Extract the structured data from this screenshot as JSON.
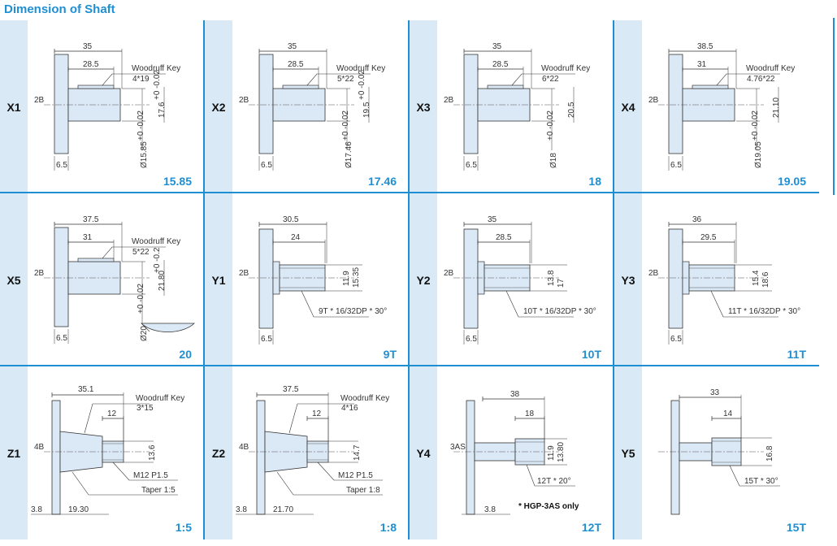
{
  "title": "Dimension of Shaft",
  "cells": [
    {
      "label": "X1",
      "caption": "15.85",
      "kind": "key",
      "L": "35",
      "S": "28.5",
      "key": "Woodruff Key",
      "keysize": "4*19",
      "dia": "Ø15.85",
      "tol": "+0 -0.02",
      "side": "17.6",
      "sidetol": "+0 -0.02",
      "base": "6.5",
      "ref": "2B"
    },
    {
      "label": "X2",
      "caption": "17.46",
      "kind": "key",
      "L": "35",
      "S": "28.5",
      "key": "Woodruff Key",
      "keysize": "5*22",
      "dia": "Ø17.46",
      "tol": "+0 -0.02",
      "side": "19.5",
      "sidetol": "+0 -0.02",
      "base": "6.5",
      "ref": "2B"
    },
    {
      "label": "X3",
      "caption": "18",
      "kind": "key",
      "L": "35",
      "S": "28.5",
      "key": "Woodruff Key",
      "keysize": "6*22",
      "dia": "Ø18",
      "tol": "+0 -0.02",
      "side": "20.5",
      "sidetol": "",
      "base": "6.5",
      "ref": "2B"
    },
    {
      "label": "X4",
      "caption": "19.05",
      "kind": "key",
      "L": "38.5",
      "S": "31",
      "key": "Woodruff Key",
      "keysize": "4.76*22",
      "dia": "Ø19.05",
      "tol": "+0 -0.02",
      "side": "21.10",
      "sidetol": "",
      "base": "6.5",
      "ref": "2B"
    },
    {
      "label": "X5",
      "caption": "20",
      "kind": "key5",
      "L": "37.5",
      "S": "31",
      "key": "Woodruff Key",
      "keysize": "5*22",
      "dia": "Ø20",
      "tol": "+0 -0.02",
      "side": "21.80",
      "sidetol": "+0 -0.2",
      "base": "6.5",
      "ref": "2B"
    },
    {
      "label": "Y1",
      "caption": "9T",
      "kind": "spline",
      "L": "30.5",
      "S": "24",
      "d1": "11.9",
      "d2": "15.35",
      "spec": "9T * 16/32DP * 30°",
      "base": "6.5",
      "ref": "2B"
    },
    {
      "label": "Y2",
      "caption": "10T",
      "kind": "spline",
      "L": "35",
      "S": "28.5",
      "d1": "13.8",
      "d2": "17",
      "spec": "10T * 16/32DP * 30°",
      "base": "6.5",
      "ref": "2B"
    },
    {
      "label": "Y3",
      "caption": "11T",
      "kind": "spline",
      "L": "36",
      "S": "29.5",
      "d1": "15.4",
      "d2": "18.6",
      "spec": "11T * 16/32DP * 30°",
      "base": "6.5",
      "ref": "2B"
    },
    {
      "label": "Z1",
      "caption": "1:5",
      "kind": "taper",
      "L": "35.1",
      "S": "12",
      "key": "Woodruff Key",
      "keysize": "3*15",
      "d": "13.6",
      "thread": "M12  P1.5",
      "taper": "Taper 1:5",
      "b1": "3.8",
      "b2": "19.30",
      "ref": "4B"
    },
    {
      "label": "Z2",
      "caption": "1:8",
      "kind": "taper",
      "L": "37.5",
      "S": "12",
      "key": "Woodruff Key",
      "keysize": "4*16",
      "d": "14.7",
      "thread": "M12  P1.5",
      "taper": "Taper 1:8",
      "b1": "3.8",
      "b2": "21.70",
      "ref": "4B"
    },
    {
      "label": "Y4",
      "caption": "12T",
      "kind": "y4",
      "L": "38",
      "S": "18",
      "d1": "11.9",
      "d2": "13.80",
      "spec": "12T * 20°",
      "b": "3.8",
      "ref": "3AS",
      "note": "* HGP-3AS only"
    },
    {
      "label": "Y5",
      "caption": "15T",
      "kind": "y5",
      "L": "33",
      "S": "14",
      "d": "16.8",
      "spec": "15T * 30°"
    }
  ]
}
